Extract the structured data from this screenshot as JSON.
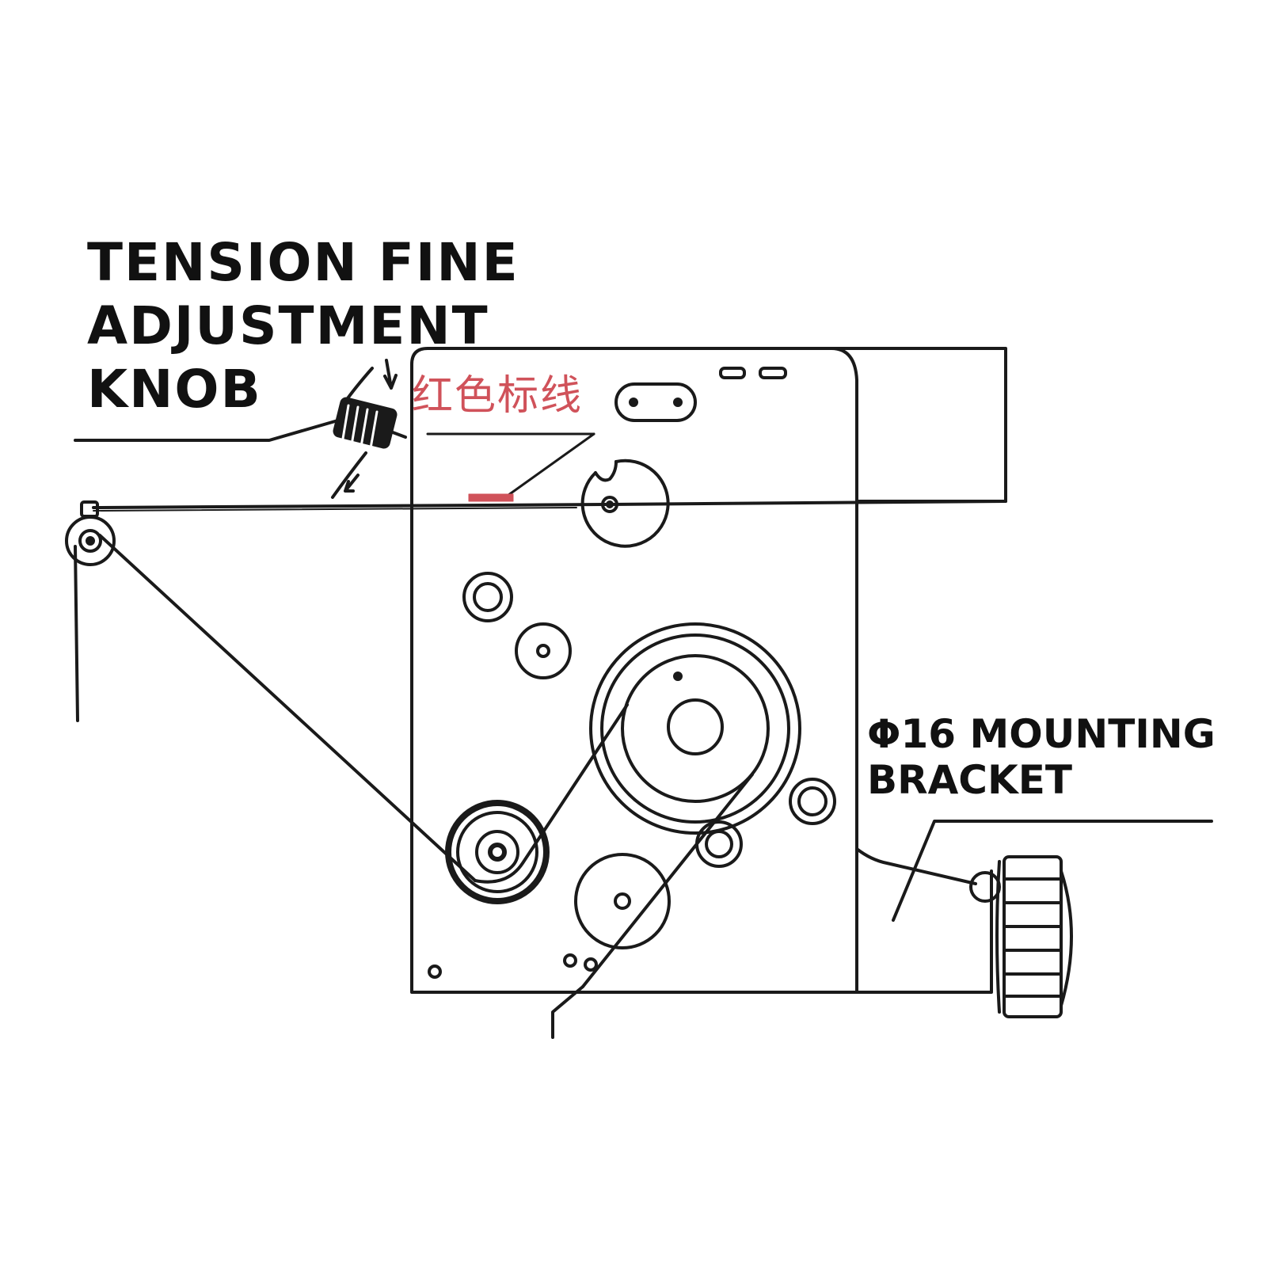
{
  "labels": {
    "tension_knob": {
      "line1": "TENSION FINE",
      "line2": "ADJUSTMENT",
      "line3": "KNOB"
    },
    "mounting_bracket": {
      "line1": "Φ16 MOUNTING",
      "line2": "BRACKET"
    },
    "red_mark": "红色标线"
  },
  "colors": {
    "stroke": "#1a1a1a",
    "red_mark": "#d0525a",
    "background": "#ffffff"
  }
}
